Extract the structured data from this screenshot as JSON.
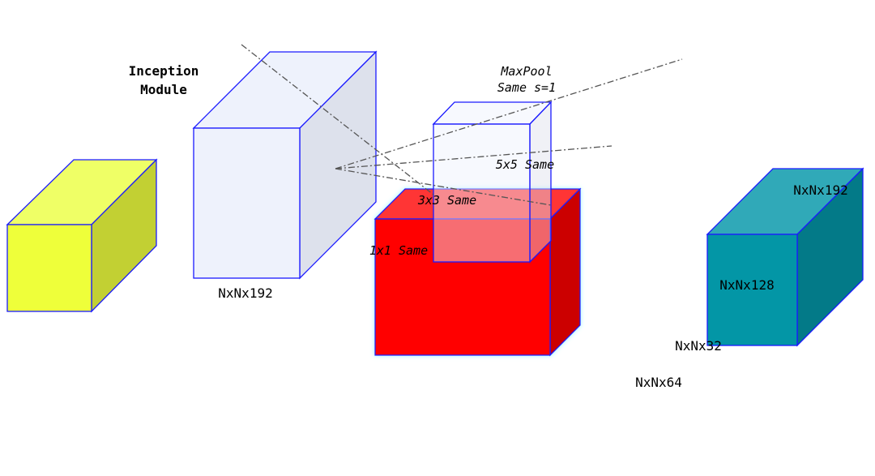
{
  "title": {
    "line1": "Inception",
    "line2": "Module"
  },
  "input_label": "NxNx192",
  "operations": {
    "maxpool_line1": "MaxPool",
    "maxpool_line2": "Same s=1",
    "conv5": "5x5 Same",
    "conv3": "3x3 Same",
    "conv1": "1x1 Same"
  },
  "output_labels": {
    "pool": "NxNx32",
    "conv1x1": "NxNx64",
    "conv3x3": "NxNx128",
    "conv5x5": "NxNx192"
  },
  "colors": {
    "edge": "#1a1aff",
    "yellow_front": "#eeff3a",
    "yellow_top": "#efff66",
    "yellow_side": "#c2d033",
    "pale_front": "#eef2fc",
    "pale_side": "#dde1ec",
    "red_front": "#ff0000",
    "red_top": "#ff3535",
    "red_side": "#cc0000",
    "teal_front": "#0396a6",
    "teal_top": "#30a9b8",
    "teal_side": "#037a88",
    "dashes": "#555555"
  }
}
